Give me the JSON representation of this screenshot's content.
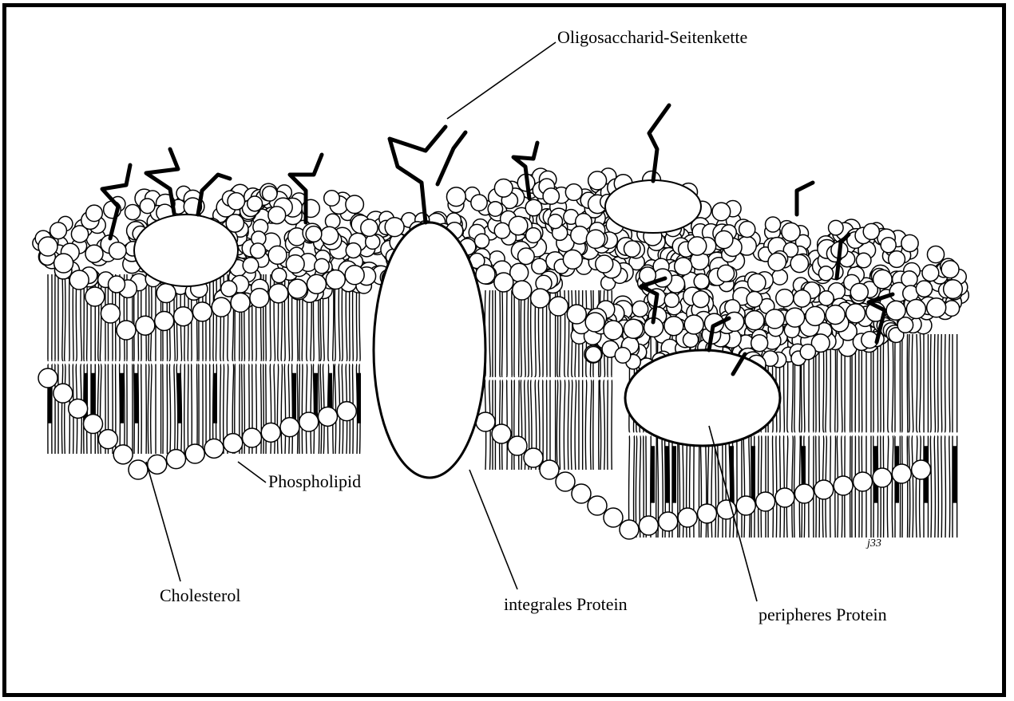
{
  "labels": {
    "oligosaccharide": "Oligosaccharid-Seitenkette",
    "phospholipid": "Phospholipid",
    "cholesterol": "Cholesterol",
    "integral_protein": "integrales Protein",
    "peripheral_protein": "peripheres Protein"
  },
  "signature": "j33",
  "colors": {
    "stroke": "#000000",
    "fill": "#ffffff"
  }
}
